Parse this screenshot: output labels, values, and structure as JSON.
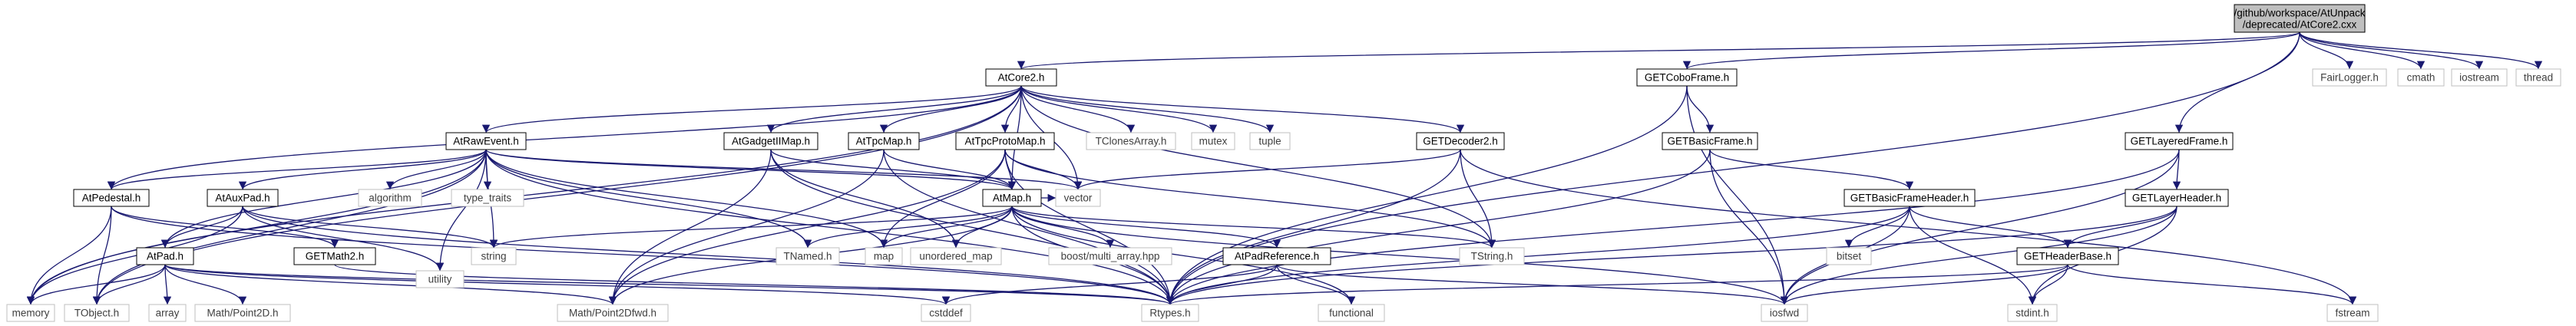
{
  "graph": {
    "root": {
      "lines": [
        "/github/workspace/AtUnpack",
        "/deprecated/AtCore2.cxx"
      ]
    },
    "nodes": [
      {
        "id": "atcore2h",
        "label": "AtCore2.h"
      },
      {
        "id": "getcoboframe",
        "label": "GETCoboFrame.h"
      },
      {
        "id": "fairlogger",
        "label": "FairLogger.h",
        "external": true
      },
      {
        "id": "cmath",
        "label": "cmath",
        "external": true
      },
      {
        "id": "iostream",
        "label": "iostream",
        "external": true
      },
      {
        "id": "thread",
        "label": "thread",
        "external": true
      },
      {
        "id": "getlayeredframe",
        "label": "GETLayeredFrame.h"
      },
      {
        "id": "getbasicframe",
        "label": "GETBasicFrame.h"
      },
      {
        "id": "atrawevent",
        "label": "AtRawEvent.h"
      },
      {
        "id": "atgadgetiimap",
        "label": "AtGadgetIIMap.h"
      },
      {
        "id": "attpcmap",
        "label": "AtTpcMap.h"
      },
      {
        "id": "attpcprotomap",
        "label": "AtTpcProtoMap.h"
      },
      {
        "id": "tclonesarray",
        "label": "TClonesArray.h",
        "external": true
      },
      {
        "id": "mutex",
        "label": "mutex",
        "external": true
      },
      {
        "id": "tuple",
        "label": "tuple",
        "external": true
      },
      {
        "id": "getdecoder2",
        "label": "GETDecoder2.h"
      },
      {
        "id": "getlayerheader",
        "label": "GETLayerHeader.h"
      },
      {
        "id": "getbasicframeheader",
        "label": "GETBasicFrameHeader.h"
      },
      {
        "id": "atpedestal",
        "label": "AtPedestal.h"
      },
      {
        "id": "atauxpad",
        "label": "AtAuxPad.h"
      },
      {
        "id": "algorithm",
        "label": "algorithm",
        "external": true
      },
      {
        "id": "type_traits",
        "label": "type_traits",
        "external": true
      },
      {
        "id": "vector",
        "label": "vector",
        "external": true
      },
      {
        "id": "atmap",
        "label": "AtMap.h"
      },
      {
        "id": "getmath2",
        "label": "GETMath2.h"
      },
      {
        "id": "string",
        "label": "string",
        "external": true
      },
      {
        "id": "bitset",
        "label": "bitset",
        "external": true
      },
      {
        "id": "getheaderbase",
        "label": "GETHeaderBase.h"
      },
      {
        "id": "atpad",
        "label": "AtPad.h"
      },
      {
        "id": "utility",
        "label": "utility",
        "external": true
      },
      {
        "id": "tnamed",
        "label": "TNamed.h",
        "external": true
      },
      {
        "id": "map",
        "label": "map",
        "external": true
      },
      {
        "id": "unordered_map",
        "label": "unordered_map",
        "external": true
      },
      {
        "id": "boost_multi_array",
        "label": "boost/multi_array.hpp",
        "external": true
      },
      {
        "id": "atpadreference",
        "label": "AtPadReference.h"
      },
      {
        "id": "tstring",
        "label": "TString.h",
        "external": true
      },
      {
        "id": "memory",
        "label": "memory",
        "external": true
      },
      {
        "id": "tobject",
        "label": "TObject.h",
        "external": true
      },
      {
        "id": "array",
        "label": "array",
        "external": true
      },
      {
        "id": "mathpoint2d",
        "label": "Math/Point2D.h",
        "external": true
      },
      {
        "id": "mathpoint2dfwd",
        "label": "Math/Point2Dfwd.h",
        "external": true
      },
      {
        "id": "cstddef",
        "label": "cstddef",
        "external": true
      },
      {
        "id": "rtypes",
        "label": "Rtypes.h",
        "external": true
      },
      {
        "id": "functional",
        "label": "functional",
        "external": true
      },
      {
        "id": "iosfwd",
        "label": "iosfwd",
        "external": true
      },
      {
        "id": "stdint",
        "label": "stdint.h",
        "external": true
      },
      {
        "id": "fstream",
        "label": "fstream",
        "external": true
      }
    ],
    "edges": [
      [
        "root",
        "atcore2h"
      ],
      [
        "root",
        "getcoboframe"
      ],
      [
        "root",
        "fairlogger"
      ],
      [
        "root",
        "cmath"
      ],
      [
        "root",
        "iostream"
      ],
      [
        "root",
        "thread"
      ],
      [
        "root",
        "getlayeredframe"
      ],
      [
        "root",
        "rtypes"
      ],
      [
        "atcore2h",
        "atrawevent"
      ],
      [
        "atcore2h",
        "atgadgetiimap"
      ],
      [
        "atcore2h",
        "attpcmap"
      ],
      [
        "atcore2h",
        "attpcprotomap"
      ],
      [
        "atcore2h",
        "tclonesarray"
      ],
      [
        "atcore2h",
        "mutex"
      ],
      [
        "atcore2h",
        "tuple"
      ],
      [
        "atcore2h",
        "getdecoder2"
      ],
      [
        "atcore2h",
        "atpedestal"
      ],
      [
        "atcore2h",
        "atmap"
      ],
      [
        "atcore2h",
        "tstring"
      ],
      [
        "atcore2h",
        "tobject"
      ],
      [
        "atcore2h",
        "memory"
      ],
      [
        "atcore2h",
        "vector"
      ],
      [
        "getcoboframe",
        "getbasicframe"
      ],
      [
        "getcoboframe",
        "rtypes"
      ],
      [
        "getcoboframe",
        "iosfwd"
      ],
      [
        "getlayeredframe",
        "getlayerheader"
      ],
      [
        "getlayeredframe",
        "rtypes"
      ],
      [
        "getlayeredframe",
        "iosfwd"
      ],
      [
        "getbasicframe",
        "getbasicframeheader"
      ],
      [
        "getbasicframe",
        "rtypes"
      ],
      [
        "getbasicframe",
        "iosfwd"
      ],
      [
        "atrawevent",
        "atpedestal"
      ],
      [
        "atrawevent",
        "atauxpad"
      ],
      [
        "atrawevent",
        "algorithm"
      ],
      [
        "atrawevent",
        "type_traits"
      ],
      [
        "atrawevent",
        "vector"
      ],
      [
        "atrawevent",
        "atmap"
      ],
      [
        "atrawevent",
        "string"
      ],
      [
        "atrawevent",
        "utility"
      ],
      [
        "atrawevent",
        "tnamed"
      ],
      [
        "atrawevent",
        "map"
      ],
      [
        "atrawevent",
        "rtypes"
      ],
      [
        "atrawevent",
        "memory"
      ],
      [
        "atrawevent",
        "tobject"
      ],
      [
        "atrawevent",
        "atpad"
      ],
      [
        "atgadgetiimap",
        "atmap"
      ],
      [
        "atgadgetiimap",
        "unordered_map"
      ],
      [
        "atgadgetiimap",
        "mathpoint2dfwd"
      ],
      [
        "atgadgetiimap",
        "rtypes"
      ],
      [
        "attpcmap",
        "atmap"
      ],
      [
        "attpcmap",
        "mathpoint2dfwd"
      ],
      [
        "attpcmap",
        "rtypes"
      ],
      [
        "attpcprotomap",
        "atmap"
      ],
      [
        "attpcprotomap",
        "map"
      ],
      [
        "attpcprotomap",
        "vector"
      ],
      [
        "attpcprotomap",
        "tstring"
      ],
      [
        "attpcprotomap",
        "rtypes"
      ],
      [
        "attpcprotomap",
        "mathpoint2dfwd"
      ],
      [
        "getdecoder2",
        "vector"
      ],
      [
        "getdecoder2",
        "tstring"
      ],
      [
        "getdecoder2",
        "rtypes"
      ],
      [
        "getdecoder2",
        "fstream"
      ],
      [
        "getlayerheader",
        "getheaderbase"
      ],
      [
        "getlayerheader",
        "rtypes"
      ],
      [
        "getlayerheader",
        "iosfwd"
      ],
      [
        "getlayerheader",
        "stdint"
      ],
      [
        "getbasicframeheader",
        "getheaderbase"
      ],
      [
        "getbasicframeheader",
        "bitset"
      ],
      [
        "getbasicframeheader",
        "rtypes"
      ],
      [
        "getbasicframeheader",
        "iosfwd"
      ],
      [
        "getbasicframeheader",
        "stdint"
      ],
      [
        "atpedestal",
        "getmath2"
      ],
      [
        "atpedestal",
        "tobject"
      ],
      [
        "atpedestal",
        "memory"
      ],
      [
        "atpedestal",
        "rtypes"
      ],
      [
        "atauxpad",
        "atpad"
      ],
      [
        "atauxpad",
        "string"
      ],
      [
        "atauxpad",
        "utility"
      ],
      [
        "atauxpad",
        "rtypes"
      ],
      [
        "atauxpad",
        "memory"
      ],
      [
        "atmap",
        "string"
      ],
      [
        "atmap",
        "tnamed"
      ],
      [
        "atmap",
        "map"
      ],
      [
        "atmap",
        "unordered_map"
      ],
      [
        "atmap",
        "boost_multi_array"
      ],
      [
        "atmap",
        "atpadreference"
      ],
      [
        "atmap",
        "tstring"
      ],
      [
        "atmap",
        "rtypes"
      ],
      [
        "atmap",
        "functional"
      ],
      [
        "atmap",
        "iosfwd"
      ],
      [
        "atmap",
        "mathpoint2dfwd"
      ],
      [
        "atmap",
        "vector"
      ],
      [
        "getmath2",
        "rtypes"
      ],
      [
        "getheaderbase",
        "rtypes"
      ],
      [
        "getheaderbase",
        "iosfwd"
      ],
      [
        "getheaderbase",
        "stdint"
      ],
      [
        "getheaderbase",
        "fstream"
      ],
      [
        "atpad",
        "memory"
      ],
      [
        "atpad",
        "tobject"
      ],
      [
        "atpad",
        "array"
      ],
      [
        "atpad",
        "mathpoint2d"
      ],
      [
        "atpad",
        "mathpoint2dfwd"
      ],
      [
        "atpad",
        "rtypes"
      ],
      [
        "atpad",
        "cstddef"
      ],
      [
        "atpadreference",
        "rtypes"
      ],
      [
        "atpadreference",
        "functional"
      ],
      [
        "atpadreference",
        "iosfwd"
      ],
      [
        "atpadreference",
        "cstddef"
      ]
    ]
  }
}
